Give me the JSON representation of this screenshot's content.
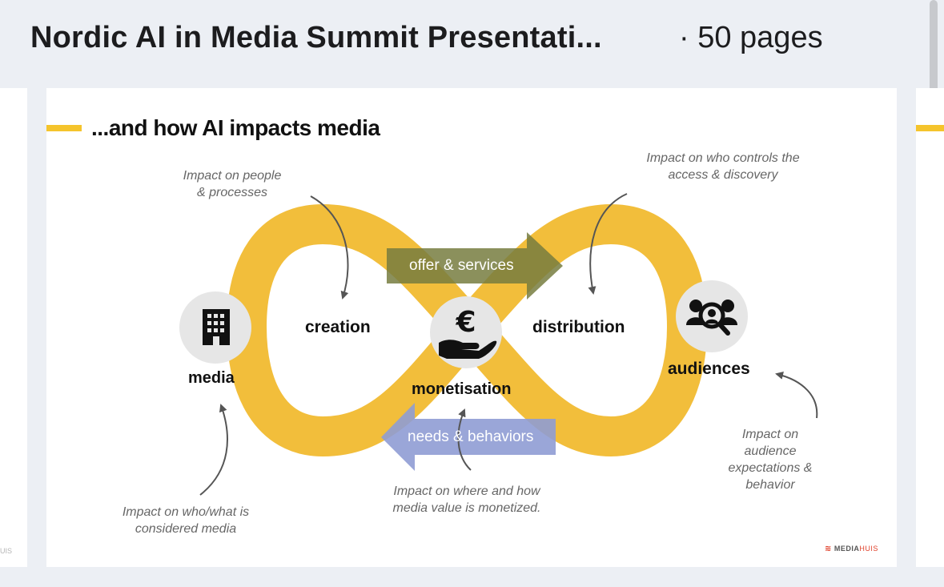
{
  "header": {
    "title": "Nordic AI in Media Summit Presentati...",
    "page_count": "· 50 pages"
  },
  "slide": {
    "title": "...and how AI impacts media",
    "nodes": {
      "media": "media",
      "creation": "creation",
      "monetisation": "monetisation",
      "distribution": "distribution",
      "audiences": "audiences"
    },
    "flows": {
      "offer": "offer & services",
      "needs": "needs & behaviors"
    },
    "annotations": {
      "people": "Impact on people\n& processes",
      "access": "Impact on who controls the\naccess & discovery",
      "audience": "Impact on\naudience\nexpectations &\nbehavior",
      "monetized": "Impact on where and how\nmedia value is monetized.",
      "considered": "Impact on who/what is\nconsidered media"
    },
    "icons": {
      "media": "building-icon",
      "monetisation": "euro-hand-icon",
      "audiences": "people-search-icon"
    },
    "logo": {
      "prefix": "MEDIA",
      "suffix": "HUIS",
      "left_fragment": "UIS"
    }
  },
  "colors": {
    "loop": "#f2be3b",
    "offer_arrow": "#777d40",
    "needs_arrow": "#8f9cd4",
    "accent": "#f5c42c"
  }
}
